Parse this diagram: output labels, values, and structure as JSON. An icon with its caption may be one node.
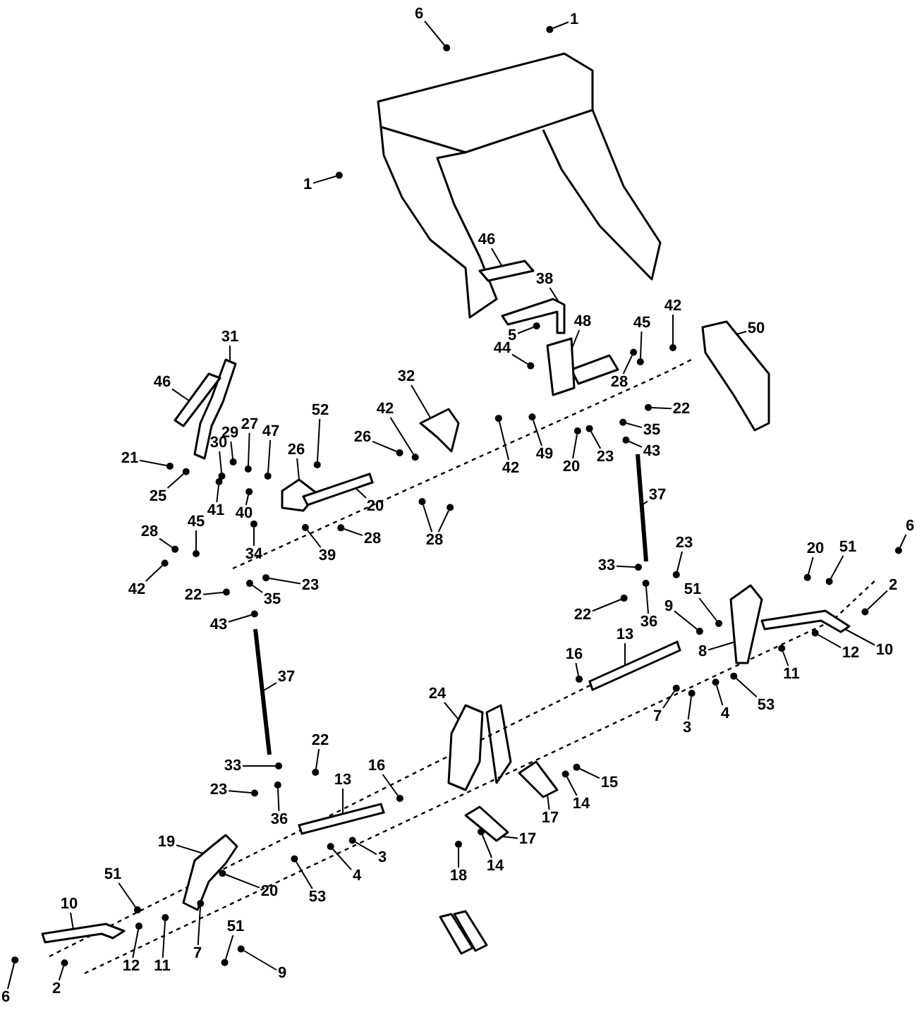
{
  "diagram": {
    "nodes": [
      {
        "text": [
          "6"
        ]
      },
      {
        "text": [
          "1"
        ]
      },
      {
        "text": [
          "1"
        ]
      },
      {
        "text": [
          "46"
        ]
      },
      {
        "text": [
          "38"
        ]
      },
      {
        "text": [
          "5"
        ]
      },
      {
        "text": [
          "44"
        ]
      },
      {
        "text": [
          "48"
        ]
      },
      {
        "text": [
          "45"
        ]
      },
      {
        "text": [
          "42"
        ]
      },
      {
        "text": [
          "28"
        ]
      },
      {
        "text": [
          "50"
        ]
      },
      {
        "text": [
          "22"
        ]
      },
      {
        "text": [
          "35"
        ]
      },
      {
        "text": [
          "43"
        ]
      },
      {
        "text": [
          "20"
        ]
      },
      {
        "text": [
          "23"
        ]
      },
      {
        "text": [
          "49"
        ]
      },
      {
        "text": [
          "42"
        ]
      },
      {
        "text": [
          "32"
        ]
      },
      {
        "text": [
          "42"
        ]
      },
      {
        "text": [
          "26"
        ]
      },
      {
        "text": [
          "28"
        ]
      },
      {
        "text": [
          "52"
        ]
      },
      {
        "text": [
          "31"
        ]
      },
      {
        "text": [
          "46"
        ]
      },
      {
        "text": [
          "21"
        ]
      },
      {
        "text": [
          "25"
        ]
      },
      {
        "text": [
          "30"
        ]
      },
      {
        "text": [
          "29"
        ]
      },
      {
        "text": [
          "27"
        ]
      },
      {
        "text": [
          "47"
        ]
      },
      {
        "text": [
          "26"
        ]
      },
      {
        "text": [
          "20"
        ]
      },
      {
        "text": [
          "41"
        ]
      },
      {
        "text": [
          "40"
        ]
      },
      {
        "text": [
          "34"
        ]
      },
      {
        "text": [
          "39"
        ]
      },
      {
        "text": [
          "28"
        ]
      },
      {
        "text": [
          "28"
        ]
      },
      {
        "text": [
          "45"
        ]
      },
      {
        "text": [
          "42"
        ]
      },
      {
        "text": [
          "22"
        ]
      },
      {
        "text": [
          "35"
        ]
      },
      {
        "text": [
          "23"
        ]
      },
      {
        "text": [
          "43"
        ]
      },
      {
        "text": [
          "37"
        ]
      },
      {
        "text": [
          "23"
        ]
      },
      {
        "text": [
          "33"
        ]
      },
      {
        "text": [
          "22"
        ]
      },
      {
        "text": [
          "36"
        ]
      },
      {
        "text": [
          "20"
        ]
      },
      {
        "text": [
          "51"
        ]
      },
      {
        "text": [
          "6"
        ]
      },
      {
        "text": [
          "2"
        ]
      },
      {
        "text": [
          "9"
        ]
      },
      {
        "text": [
          "51"
        ]
      },
      {
        "text": [
          "10"
        ]
      },
      {
        "text": [
          "12"
        ]
      },
      {
        "text": [
          "11"
        ]
      },
      {
        "text": [
          "8"
        ]
      },
      {
        "text": [
          "16"
        ]
      },
      {
        "text": [
          "13"
        ]
      },
      {
        "text": [
          "7"
        ]
      },
      {
        "text": [
          "53"
        ]
      },
      {
        "text": [
          "4"
        ]
      },
      {
        "text": [
          "3"
        ]
      },
      {
        "text": [
          "24"
        ]
      },
      {
        "text": [
          "15"
        ]
      },
      {
        "text": [
          "14"
        ]
      },
      {
        "text": [
          "17"
        ]
      },
      {
        "text": [
          "17"
        ]
      },
      {
        "text": [
          "14"
        ]
      },
      {
        "text": [
          "18"
        ]
      },
      {
        "text": [
          "37"
        ]
      },
      {
        "text": [
          "22"
        ]
      },
      {
        "text": [
          "33"
        ]
      },
      {
        "text": [
          "23"
        ]
      },
      {
        "text": [
          "36"
        ]
      },
      {
        "text": [
          "13"
        ]
      },
      {
        "text": [
          "16"
        ]
      },
      {
        "text": [
          "3"
        ]
      },
      {
        "text": [
          "4"
        ]
      },
      {
        "text": [
          "53"
        ]
      },
      {
        "text": [
          "19"
        ]
      },
      {
        "text": [
          "20"
        ]
      },
      {
        "text": [
          "51"
        ]
      },
      {
        "text": [
          "10"
        ]
      },
      {
        "text": [
          "12"
        ]
      },
      {
        "text": [
          "11"
        ]
      },
      {
        "text": [
          "7"
        ]
      },
      {
        "text": [
          "51"
        ]
      },
      {
        "text": [
          "9"
        ]
      },
      {
        "text": [
          "6"
        ]
      },
      {
        "text": [
          "2"
        ]
      },
      {
        "text": [],
        "shape": "circle"
      },
      {
        "text": [],
        "shape": "circle"
      },
      {
        "text": [],
        "shape": "circle"
      },
      {
        "text": [],
        "shape": "picture"
      },
      {
        "text": [],
        "shape": "picture"
      },
      {
        "text": [],
        "shape": "circle"
      },
      {
        "text": [],
        "shape": "circle"
      },
      {
        "text": [],
        "shape": "box"
      },
      {
        "text": [],
        "shape": "circle"
      },
      {
        "text": [],
        "shape": "circle"
      },
      {
        "text": [],
        "shape": "circle"
      },
      {
        "text": [],
        "shape": "picture"
      },
      {
        "text": [],
        "shape": "circle"
      },
      {
        "text": [],
        "shape": "circle"
      },
      {
        "text": [],
        "shape": "circle"
      },
      {
        "text": [],
        "shape": "circle"
      },
      {
        "text": [],
        "shape": "circle"
      },
      {
        "text": [],
        "shape": "circle"
      },
      {
        "text": [],
        "shape": "circle"
      },
      {
        "text": [],
        "shape": "picture"
      },
      {
        "text": [],
        "shape": "circle"
      },
      {
        "text": [],
        "shape": "circle"
      },
      {
        "text": [],
        "shape": "circle"
      },
      {
        "text": [],
        "shape": "circle"
      },
      {
        "text": [],
        "shape": "circle"
      },
      {
        "text": [],
        "shape": "picture"
      },
      {
        "text": [],
        "shape": "picture"
      },
      {
        "text": [],
        "shape": "circle"
      },
      {
        "text": [],
        "shape": "circle"
      },
      {
        "text": [],
        "shape": "circle"
      },
      {
        "text": [],
        "shape": "circle"
      },
      {
        "text": [],
        "shape": "circle"
      },
      {
        "text": [],
        "shape": "circle"
      },
      {
        "text": [],
        "shape": "picture"
      },
      {
        "text": [],
        "shape": "bar"
      },
      {
        "text": [],
        "shape": "circle"
      },
      {
        "text": [],
        "shape": "circle"
      },
      {
        "text": [],
        "shape": "circle"
      },
      {
        "text": [],
        "shape": "circle"
      },
      {
        "text": [],
        "shape": "circle"
      },
      {
        "text": [],
        "shape": "circle"
      },
      {
        "text": [],
        "shape": "circle"
      },
      {
        "text": [],
        "shape": "circle"
      },
      {
        "text": [],
        "shape": "circle"
      },
      {
        "text": [],
        "shape": "circle"
      },
      {
        "text": [],
        "shape": "circle"
      },
      {
        "text": [],
        "shape": "circle"
      },
      {
        "text": [],
        "shape": "bar"
      },
      {
        "text": [],
        "shape": "circle"
      },
      {
        "text": [],
        "shape": "circle"
      },
      {
        "text": [],
        "shape": "circle"
      },
      {
        "text": [],
        "shape": "circle"
      },
      {
        "text": [],
        "shape": "circle"
      },
      {
        "text": [],
        "shape": "circle"
      },
      {
        "text": [],
        "shape": "circle"
      },
      {
        "text": [],
        "shape": "circle"
      },
      {
        "text": [],
        "shape": "circle"
      },
      {
        "text": [],
        "shape": "circle"
      },
      {
        "text": [],
        "shape": "picture"
      },
      {
        "text": [],
        "shape": "circle"
      },
      {
        "text": [],
        "shape": "circle"
      },
      {
        "text": [],
        "shape": "picture"
      },
      {
        "text": [],
        "shape": "circle"
      },
      {
        "text": [],
        "shape": "bar"
      },
      {
        "text": [],
        "shape": "circle"
      },
      {
        "text": [],
        "shape": "circle"
      },
      {
        "text": [],
        "shape": "circle"
      },
      {
        "text": [],
        "shape": "circle"
      },
      {
        "text": [],
        "shape": "picture"
      },
      {
        "text": [],
        "shape": "circle"
      },
      {
        "text": [],
        "shape": "circle"
      },
      {
        "text": [],
        "shape": "picture"
      },
      {
        "text": [],
        "shape": "picture"
      },
      {
        "text": [],
        "shape": "circle"
      },
      {
        "text": [],
        "shape": "circle"
      },
      {
        "text": [],
        "shape": "bar"
      },
      {
        "text": [],
        "shape": "circle"
      },
      {
        "text": [],
        "shape": "circle"
      },
      {
        "text": [],
        "shape": "circle"
      },
      {
        "text": [],
        "shape": "circle"
      },
      {
        "text": [],
        "shape": "bar"
      },
      {
        "text": [],
        "shape": "circle"
      },
      {
        "text": [],
        "shape": "circle"
      },
      {
        "text": [],
        "shape": "circle"
      },
      {
        "text": [],
        "shape": "circle"
      },
      {
        "text": [],
        "shape": "picture"
      },
      {
        "text": [],
        "shape": "circle"
      },
      {
        "text": [],
        "shape": "circle"
      },
      {
        "text": [],
        "shape": "picture"
      },
      {
        "text": [],
        "shape": "circle"
      },
      {
        "text": [],
        "shape": "circle"
      },
      {
        "text": [],
        "shape": "circle"
      },
      {
        "text": [],
        "shape": "circle"
      },
      {
        "text": [],
        "shape": "circle"
      },
      {
        "text": [],
        "shape": "circle"
      },
      {
        "text": [],
        "shape": "circle"
      }
    ],
    "edges": [
      {
        "from": 0,
        "to": 95,
        "arrow": "none"
      },
      {
        "from": 1,
        "to": 96,
        "arrow": "none"
      },
      {
        "from": 2,
        "to": 97,
        "arrow": "none"
      },
      {
        "from": 3,
        "to": 98,
        "arrow": "none"
      },
      {
        "from": 4,
        "to": 99,
        "arrow": "none"
      },
      {
        "from": 5,
        "to": 100,
        "arrow": "none"
      },
      {
        "from": 6,
        "to": 101,
        "arrow": "none"
      },
      {
        "from": 7,
        "to": 102,
        "arrow": "none"
      },
      {
        "from": 8,
        "to": 103,
        "arrow": "none"
      },
      {
        "from": 9,
        "to": 104,
        "arrow": "none"
      },
      {
        "from": 10,
        "to": 105,
        "arrow": "none"
      },
      {
        "from": 11,
        "to": 106,
        "arrow": "none"
      },
      {
        "from": 12,
        "to": 107,
        "arrow": "none"
      },
      {
        "from": 13,
        "to": 108,
        "arrow": "none"
      },
      {
        "from": 14,
        "to": 109,
        "arrow": "none"
      },
      {
        "from": 15,
        "to": 110,
        "arrow": "none"
      },
      {
        "from": 16,
        "to": 111,
        "arrow": "none"
      },
      {
        "from": 17,
        "to": 112,
        "arrow": "none"
      },
      {
        "from": 18,
        "to": 113,
        "arrow": "none"
      },
      {
        "from": 19,
        "to": 114,
        "arrow": "none"
      },
      {
        "from": 20,
        "to": 115,
        "arrow": "none"
      },
      {
        "from": 21,
        "to": 116,
        "arrow": "none"
      },
      {
        "from": 22,
        "to": 117,
        "arrow": "none"
      },
      {
        "from": 22,
        "to": 118,
        "arrow": "none"
      },
      {
        "from": 23,
        "to": 119,
        "arrow": "none"
      },
      {
        "from": 24,
        "to": 120,
        "arrow": "none"
      },
      {
        "from": 25,
        "to": 121,
        "arrow": "none"
      },
      {
        "from": 26,
        "to": 122,
        "arrow": "none"
      },
      {
        "from": 27,
        "to": 123,
        "arrow": "none"
      },
      {
        "from": 28,
        "to": 124,
        "arrow": "none"
      },
      {
        "from": 29,
        "to": 125,
        "arrow": "none"
      },
      {
        "from": 30,
        "to": 126,
        "arrow": "none"
      },
      {
        "from": 31,
        "to": 127,
        "arrow": "none"
      },
      {
        "from": 32,
        "to": 128,
        "arrow": "none"
      },
      {
        "from": 33,
        "to": 129,
        "arrow": "none"
      },
      {
        "from": 34,
        "to": 130,
        "arrow": "none"
      },
      {
        "from": 35,
        "to": 131,
        "arrow": "none"
      },
      {
        "from": 36,
        "to": 132,
        "arrow": "none"
      },
      {
        "from": 37,
        "to": 133,
        "arrow": "none"
      },
      {
        "from": 38,
        "to": 134,
        "arrow": "none"
      },
      {
        "from": 39,
        "to": 135,
        "arrow": "none"
      },
      {
        "from": 40,
        "to": 136,
        "arrow": "none"
      },
      {
        "from": 41,
        "to": 137,
        "arrow": "none"
      },
      {
        "from": 42,
        "to": 138,
        "arrow": "none"
      },
      {
        "from": 43,
        "to": 139,
        "arrow": "none"
      },
      {
        "from": 44,
        "to": 140,
        "arrow": "none"
      },
      {
        "from": 45,
        "to": 141,
        "arrow": "none"
      },
      {
        "from": 46,
        "to": 142,
        "arrow": "none"
      },
      {
        "from": 47,
        "to": 143,
        "arrow": "none"
      },
      {
        "from": 48,
        "to": 144,
        "arrow": "none"
      },
      {
        "from": 49,
        "to": 145,
        "arrow": "none"
      },
      {
        "from": 50,
        "to": 146,
        "arrow": "none"
      },
      {
        "from": 51,
        "to": 147,
        "arrow": "none"
      },
      {
        "from": 52,
        "to": 148,
        "arrow": "none"
      },
      {
        "from": 53,
        "to": 149,
        "arrow": "none"
      },
      {
        "from": 54,
        "to": 150,
        "arrow": "none"
      },
      {
        "from": 55,
        "to": 151,
        "arrow": "none"
      },
      {
        "from": 56,
        "to": 152,
        "arrow": "none"
      },
      {
        "from": 57,
        "to": 153,
        "arrow": "none"
      },
      {
        "from": 58,
        "to": 154,
        "arrow": "none"
      },
      {
        "from": 59,
        "to": 155,
        "arrow": "none"
      },
      {
        "from": 60,
        "to": 156,
        "arrow": "none"
      },
      {
        "from": 61,
        "to": 157,
        "arrow": "none"
      },
      {
        "from": 62,
        "to": 158,
        "arrow": "none"
      },
      {
        "from": 63,
        "to": 159,
        "arrow": "none"
      },
      {
        "from": 64,
        "to": 160,
        "arrow": "none"
      },
      {
        "from": 65,
        "to": 161,
        "arrow": "none"
      },
      {
        "from": 66,
        "to": 162,
        "arrow": "none"
      },
      {
        "from": 67,
        "to": 163,
        "arrow": "none"
      },
      {
        "from": 68,
        "to": 164,
        "arrow": "none"
      },
      {
        "from": 69,
        "to": 165,
        "arrow": "none"
      },
      {
        "from": 70,
        "to": 166,
        "arrow": "none"
      },
      {
        "from": 71,
        "to": 167,
        "arrow": "none"
      },
      {
        "from": 72,
        "to": 168,
        "arrow": "none"
      },
      {
        "from": 73,
        "to": 169,
        "arrow": "none"
      },
      {
        "from": 74,
        "to": 170,
        "arrow": "none"
      },
      {
        "from": 75,
        "to": 171,
        "arrow": "none"
      },
      {
        "from": 76,
        "to": 172,
        "arrow": "none"
      },
      {
        "from": 77,
        "to": 173,
        "arrow": "none"
      },
      {
        "from": 78,
        "to": 174,
        "arrow": "none"
      },
      {
        "from": 79,
        "to": 175,
        "arrow": "none"
      },
      {
        "from": 80,
        "to": 176,
        "arrow": "none"
      },
      {
        "from": 81,
        "to": 177,
        "arrow": "none"
      },
      {
        "from": 82,
        "to": 178,
        "arrow": "none"
      },
      {
        "from": 83,
        "to": 179,
        "arrow": "none"
      },
      {
        "from": 84,
        "to": 180,
        "arrow": "none"
      },
      {
        "from": 85,
        "to": 181,
        "arrow": "none"
      },
      {
        "from": 86,
        "to": 182,
        "arrow": "none"
      },
      {
        "from": 87,
        "to": 183,
        "arrow": "none"
      },
      {
        "from": 88,
        "to": 184,
        "arrow": "none"
      },
      {
        "from": 89,
        "to": 185,
        "arrow": "none"
      },
      {
        "from": 90,
        "to": 186,
        "arrow": "none"
      },
      {
        "from": 91,
        "to": 187,
        "arrow": "none"
      },
      {
        "from": 92,
        "to": 188,
        "arrow": "none"
      },
      {
        "from": 93,
        "to": 189,
        "arrow": "none"
      },
      {
        "from": 94,
        "to": 190,
        "arrow": "none"
      }
    ]
  }
}
